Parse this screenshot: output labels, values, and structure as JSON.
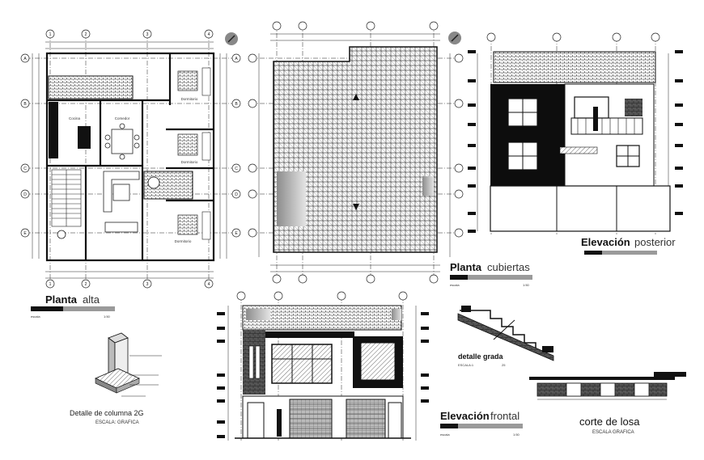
{
  "drawings": {
    "planta_alta": {
      "title_bold": "Planta",
      "title_light": "alta",
      "scale_word": "escala",
      "scale_value": "1:50",
      "rooms": [
        "Cocina",
        "Comedor",
        "Dormitorio",
        "Dormitorio",
        "Dormitorio"
      ]
    },
    "planta_cubiertas": {
      "title_bold": "Planta",
      "title_light": "cubiertas",
      "scale_word": "escala",
      "scale_value": "1:50"
    },
    "elevacion_posterior": {
      "title_bold": "Elevación",
      "title_light": "posterior"
    },
    "elevacion_frontal": {
      "title_bold": "Elevación",
      "title_light": "frontal",
      "scale_word": "escala",
      "scale_value": "1:50"
    },
    "detalle_columna": {
      "title": "Detalle de columna 2G",
      "subtitle": "ESCALA: GRAFICA"
    },
    "detalle_grada": {
      "title": "detalle grada",
      "subtitle": "ESCALA:1",
      "scale_value": "25"
    },
    "corte_losa": {
      "title": "corte de losa",
      "subtitle": "ESCALA GRAFICA"
    }
  },
  "grid_axes": {
    "columns": [
      "1",
      "2",
      "3",
      "4"
    ],
    "rows": [
      "A",
      "B",
      "C",
      "D",
      "E"
    ]
  },
  "colors": {
    "line": "#222222",
    "fill_dark": "#111111",
    "hatch": "#555555",
    "accent_gray": "#9a9a9a"
  }
}
